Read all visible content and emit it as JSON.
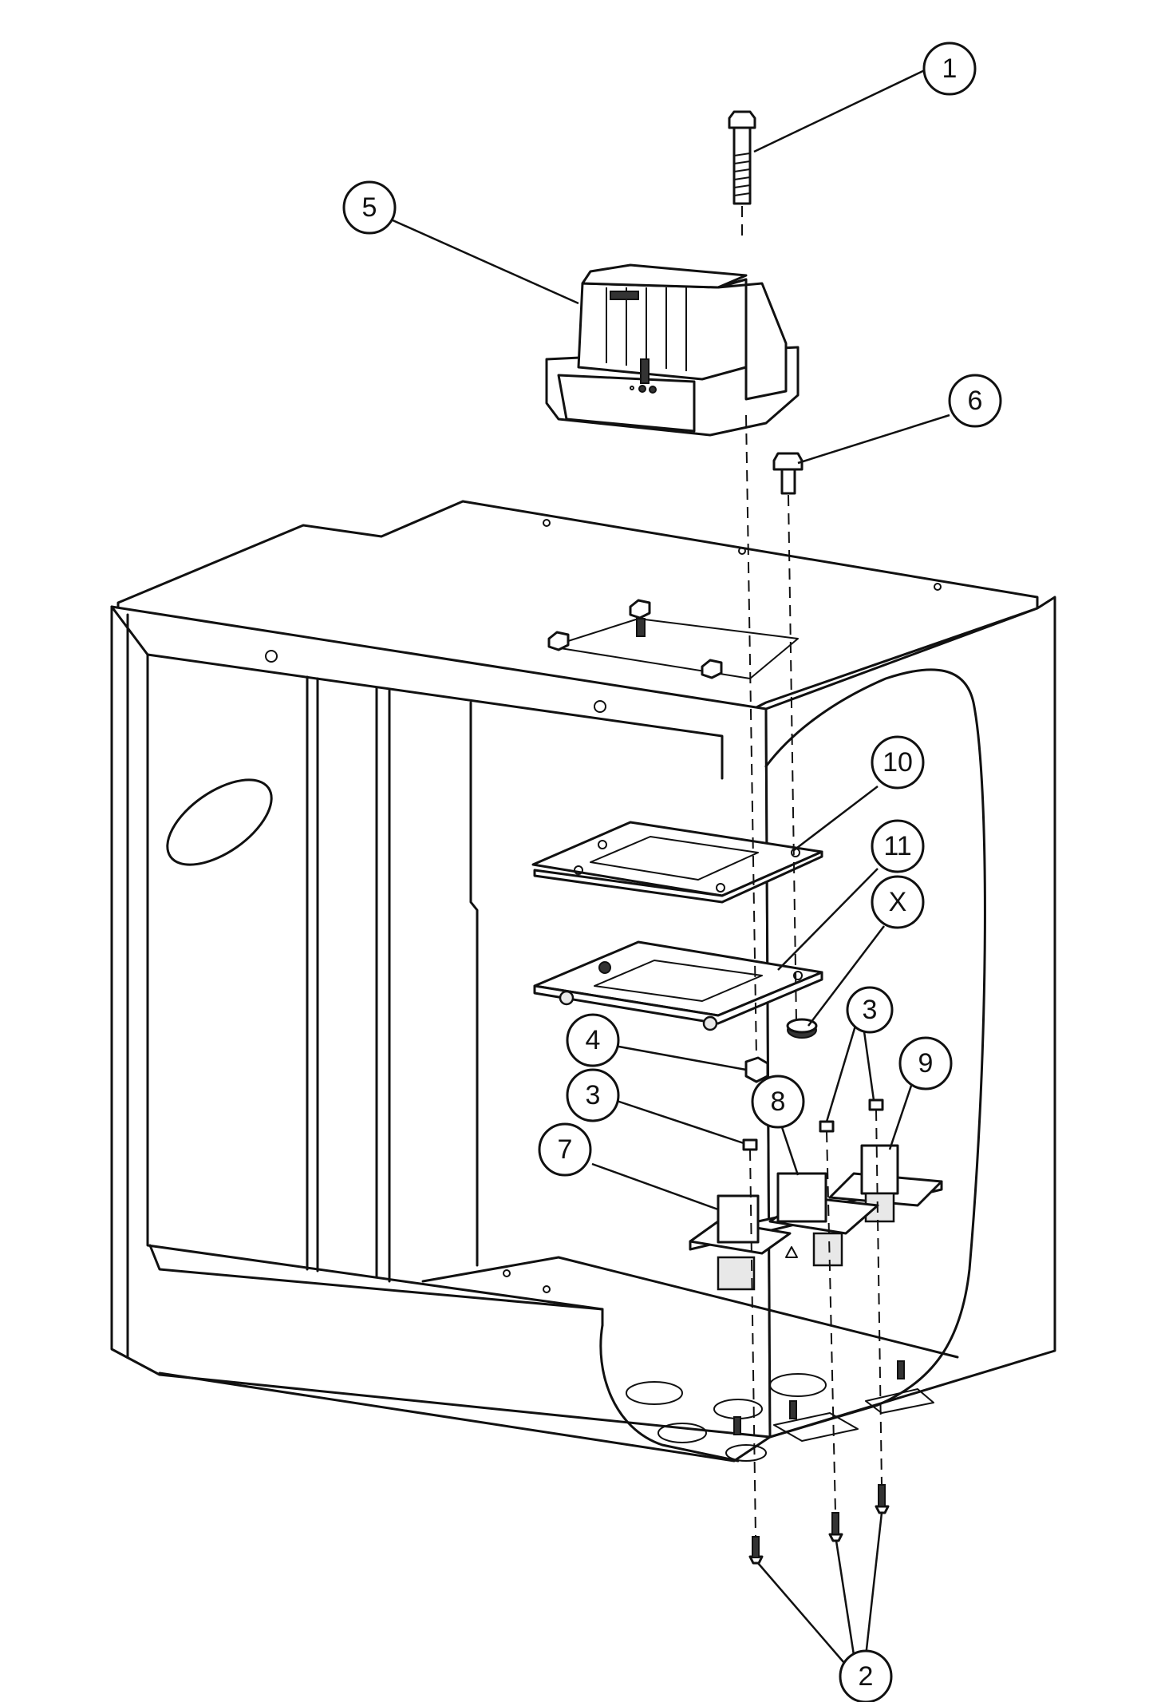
{
  "callouts": [
    {
      "id": "c1",
      "label": "1"
    },
    {
      "id": "c5",
      "label": "5"
    },
    {
      "id": "c6",
      "label": "6"
    },
    {
      "id": "c10",
      "label": "10"
    },
    {
      "id": "c11",
      "label": "11"
    },
    {
      "id": "cX",
      "label": "X"
    },
    {
      "id": "c3a",
      "label": "3"
    },
    {
      "id": "c4",
      "label": "4"
    },
    {
      "id": "c9",
      "label": "9"
    },
    {
      "id": "c3b",
      "label": "3"
    },
    {
      "id": "c8",
      "label": "8"
    },
    {
      "id": "c7",
      "label": "7"
    },
    {
      "id": "c2",
      "label": "2"
    }
  ]
}
